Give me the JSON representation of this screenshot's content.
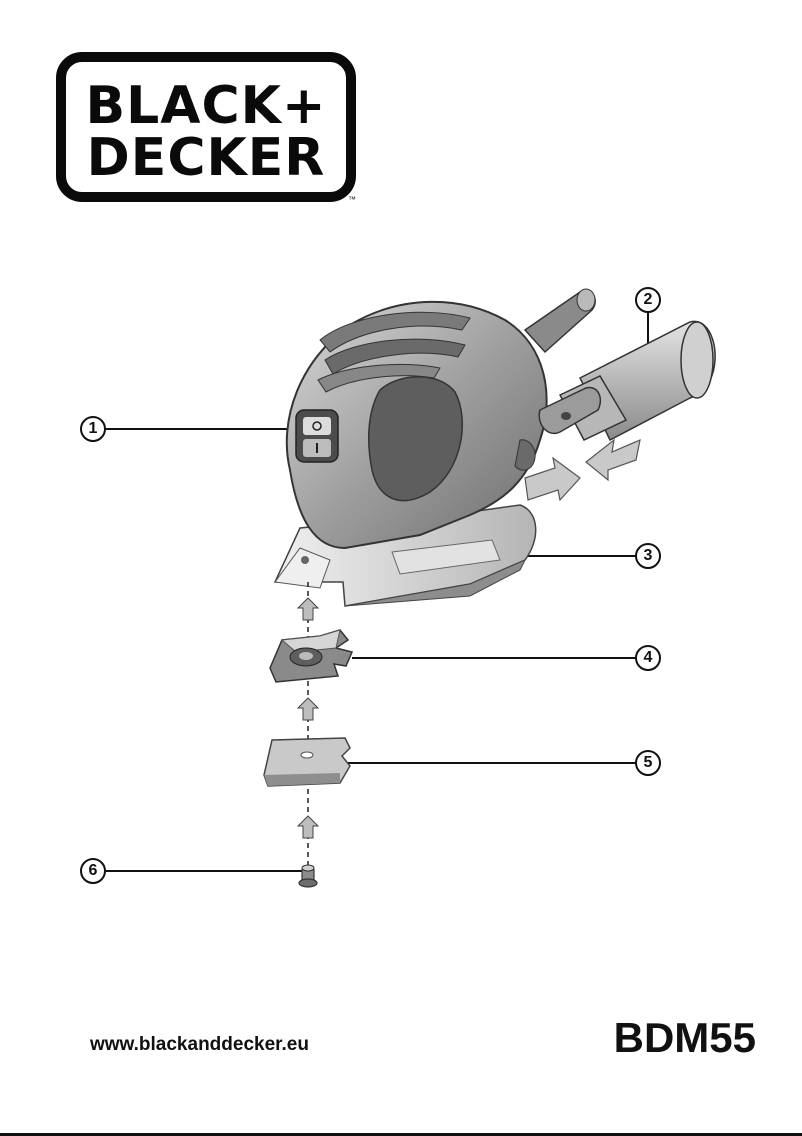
{
  "brand": {
    "line1": "BLACK+",
    "line2": "DECKER",
    "trademark": "™"
  },
  "callouts": [
    "1",
    "2",
    "3",
    "4",
    "5",
    "6"
  ],
  "footer": {
    "website": "www.blackanddecker.eu",
    "model": "BDM55"
  },
  "colors": {
    "ink": "#111111",
    "tool_body": "#9a9a9a",
    "tool_dark": "#5c5c5c",
    "tool_light": "#d8d8d8",
    "arrow": "#bdbdbd"
  },
  "icons": [
    "power-switch-icon",
    "up-arrow-icon"
  ]
}
